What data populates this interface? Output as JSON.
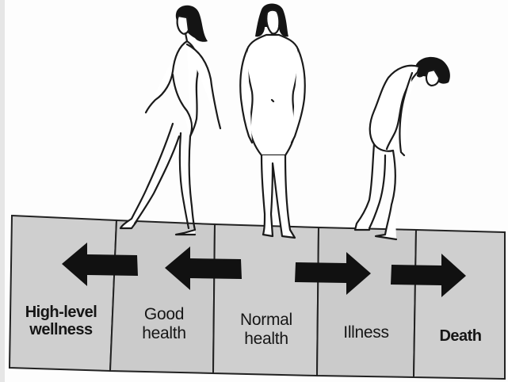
{
  "colors": {
    "background": "#fdfdfd",
    "bar_fill": "#cfcfcf",
    "bar_stroke": "#222222",
    "arrow": "#111111",
    "figure_stroke": "#1a1a1a",
    "figure_fill": "#ffffff",
    "hair": "#141414"
  },
  "segments": [
    {
      "id": "high-level-wellness",
      "label": "High-level\nwellness",
      "bold": true,
      "arrow": "left"
    },
    {
      "id": "good-health",
      "label": "Good\nhealth",
      "bold": false,
      "arrow": "left"
    },
    {
      "id": "normal-health",
      "label": "Normal\nhealth",
      "bold": false,
      "arrow": "none"
    },
    {
      "id": "illness",
      "label": "Illness",
      "bold": false,
      "arrow": "right"
    },
    {
      "id": "death",
      "label": "Death",
      "bold": true,
      "arrow": "right"
    }
  ],
  "figures": [
    {
      "name": "walking-woman-figure",
      "pose": "walking toward wellness"
    },
    {
      "name": "standing-woman-figure",
      "pose": "standing upright"
    },
    {
      "name": "stooped-woman-figure",
      "pose": "stooped toward death"
    }
  ]
}
